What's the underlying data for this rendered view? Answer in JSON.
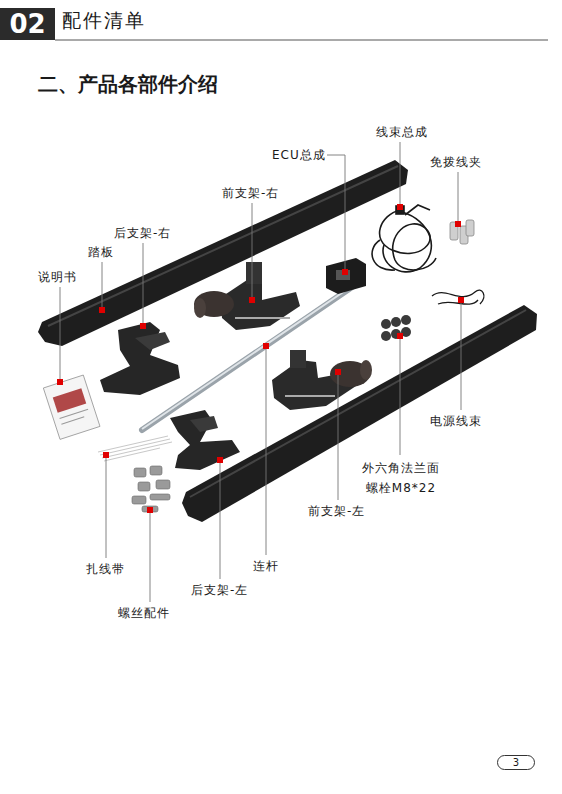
{
  "diagram": {
    "title": "二、产品各部件介绍",
    "nodes": [
      {
        "text": [
          "02"
        ]
      },
      {
        "text": [
          "3"
        ]
      }
    ],
    "labels": [
      "配件清单",
      "线束总成",
      "ECU总成",
      "免拨线夹",
      "前支架-右",
      "后支架-右",
      "踏板",
      "说明书",
      "电源线束",
      "外六角法兰面 螺栓M8*22",
      "前支架-左",
      "扎线带",
      "连杆",
      "后支架-左",
      "螺丝配件"
    ]
  }
}
